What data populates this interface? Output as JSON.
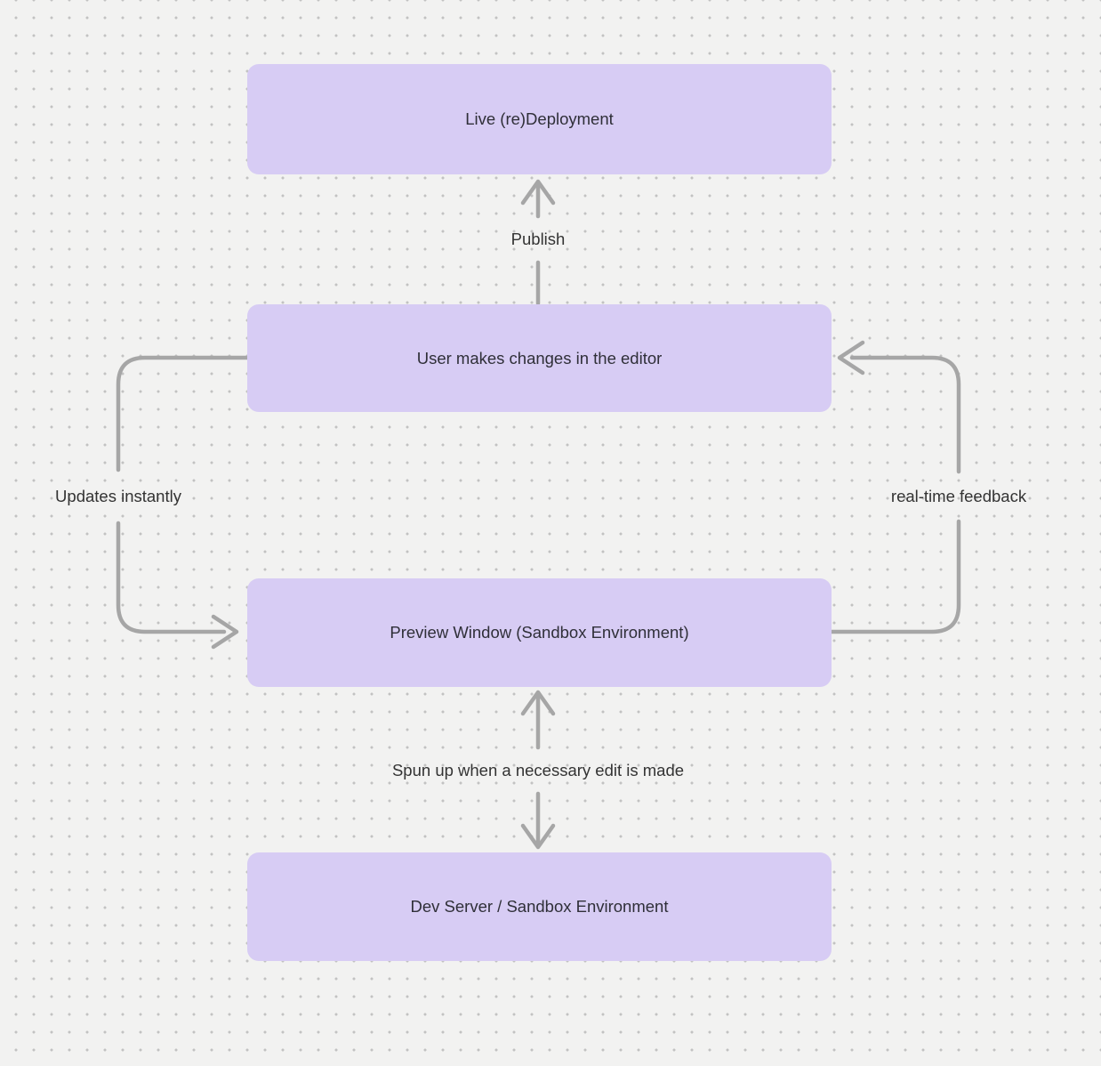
{
  "canvas": {
    "colors": {
      "background": "#f2f2f1",
      "grid_dot": "#c2c2c2",
      "node_fill": "#d7ccf4",
      "node_text": "#2f2f38",
      "connector_line": "#a6a6a6",
      "label_text": "#333333"
    }
  },
  "diagram": {
    "nodes": [
      {
        "id": "live-deployment",
        "label": "Live (re)Deployment"
      },
      {
        "id": "editor",
        "label": "User makes changes in the editor"
      },
      {
        "id": "preview",
        "label": "Preview Window (Sandbox Environment)"
      },
      {
        "id": "dev-server",
        "label": "Dev Server / Sandbox Environment"
      }
    ],
    "edges": [
      {
        "id": "publish",
        "label": "Publish",
        "from": "editor",
        "to": "live-deployment"
      },
      {
        "id": "updates-instantly",
        "label": "Updates instantly",
        "from": "editor",
        "to": "preview"
      },
      {
        "id": "real-time-feedback",
        "label": "real-time feedback",
        "from": "preview",
        "to": "editor"
      },
      {
        "id": "spun-up",
        "label": "Spun up when a necessary edit is made",
        "from": "preview",
        "to": "dev-server"
      }
    ]
  }
}
